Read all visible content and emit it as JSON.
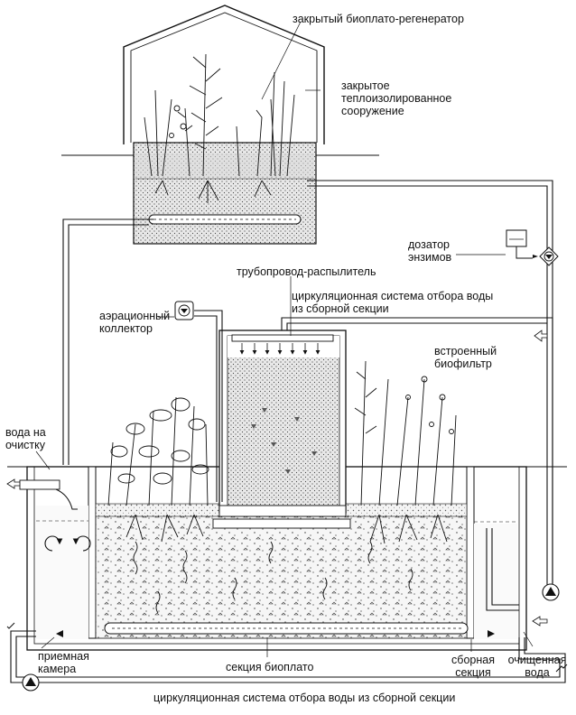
{
  "labels": {
    "closed_bioplato": "закрытый биоплато-регенератор",
    "closed_building": [
      "закрытое",
      "теплоизолированное",
      "сооружение"
    ],
    "enzyme_doser": [
      "дозатор",
      "энзимов"
    ],
    "spray_pipeline": "трубопровод-распылитель",
    "circ_system_top": [
      "циркуляционная система отбора воды",
      "из сборной секции"
    ],
    "aeration_collector": [
      "аэрационный",
      "коллектор"
    ],
    "builtin_biofilter": [
      "встроенный",
      "биофильтр"
    ],
    "water_in": [
      "вода на",
      "очистку"
    ],
    "receiving_chamber": [
      "приемная",
      "камера"
    ],
    "bioplato_section": "секция биоплато",
    "collection_section": [
      "сборная",
      "секция"
    ],
    "cleaned_water": [
      "очищенная",
      "вода"
    ],
    "circ_system_bottom": "циркуляционная система отбора воды из сборной секции"
  },
  "icons": [
    "pump-icon",
    "valve-icon",
    "flow-arrow-icon",
    "plant-icon",
    "greenhouse-icon"
  ],
  "colors": {
    "line": "#111111",
    "fill_light": "#e9e9e9",
    "fill_dots": "#d6d6d6",
    "bg": "#ffffff"
  }
}
